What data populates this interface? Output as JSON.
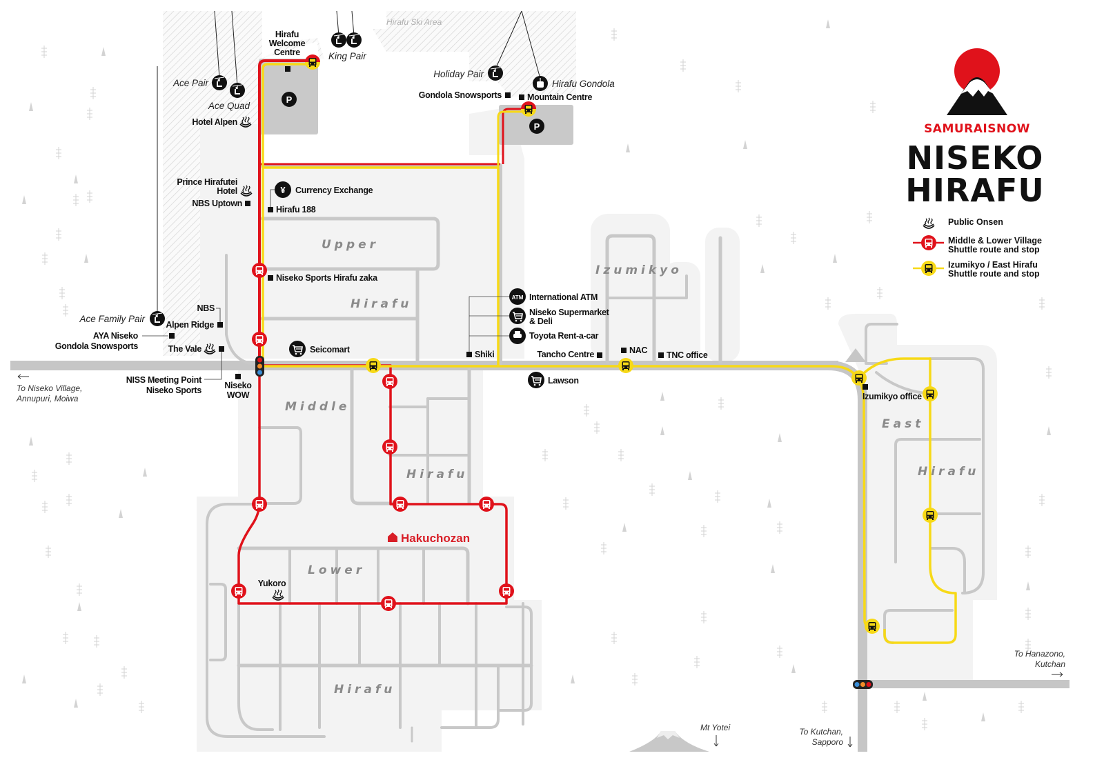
{
  "brand": {
    "company": "SAMURAISNOW",
    "title_line1": "NISEKO",
    "title_line2": "HIRAFU"
  },
  "colors": {
    "red_route": "#e0121b",
    "yellow_route": "#f7d917",
    "road": "#c8c8c8",
    "area": "#f3f3f3",
    "ski_hatch": "#d6d6d6"
  },
  "legend": [
    {
      "icon": "onsen-icon",
      "label": "Public Onsen"
    },
    {
      "icon": "red-bus-stop-icon",
      "label_line1": "Middle & Lower Village",
      "label_line2": "Shuttle route and stop"
    },
    {
      "icon": "yellow-bus-stop-icon",
      "label_line1": "Izumikyo / East Hirafu",
      "label_line2": "Shuttle route and stop"
    }
  ],
  "areas": {
    "ski_area": "Hirafu Ski Area",
    "upper": "Upper",
    "upper_hirafu": "Hirafu",
    "middle": "Middle",
    "middle_hirafu": "Hirafu",
    "lower": "Lower",
    "lower_hirafu": "Hirafu",
    "izumikyo": "Izumikyo",
    "east": "East",
    "east_hirafu": "Hirafu"
  },
  "lifts": {
    "ace_pair": "Ace Pair",
    "ace_quad": "Ace Quad",
    "king_pair": "King Pair",
    "holiday_pair": "Holiday Pair",
    "hirafu_gondola": "Hirafu Gondola",
    "ace_family_pair": "Ace Family Pair"
  },
  "places": {
    "welcome_centre": [
      "Hirafu",
      "Welcome",
      "Centre"
    ],
    "hotel_alpen": "Hotel Alpen",
    "gondola_snowsports": "Gondola Snowsports",
    "mountain_centre": "Mountain Centre",
    "prince_hirafutei": [
      "Prince Hirafutei",
      "Hotel"
    ],
    "nbs_uptown": "NBS Uptown",
    "currency_exchange": "Currency Exchange",
    "hirafu_188": "Hirafu 188",
    "niseko_sports_zaka": "Niseko Sports Hirafu zaka",
    "nbs": "NBS",
    "alpen_ridge": "Alpen Ridge",
    "aya_niseko": [
      "AYA Niseko",
      "Gondola Snowsports"
    ],
    "the_vale": "The Vale",
    "niss": [
      "NISS Meeting Point",
      "Niseko Sports"
    ],
    "niseko_wow": [
      "Niseko",
      "WOW"
    ],
    "seicomart": "Seicomart",
    "shiki": "Shiki",
    "international_atm": "International ATM",
    "atm_glyph": "ATM",
    "supermarket": [
      "Niseko Supermarket",
      "& Deli"
    ],
    "toyota": "Toyota Rent-a-car",
    "tancho": "Tancho Centre",
    "nac": "NAC",
    "tnc": "TNC office",
    "lawson": "Lawson",
    "izumikyo_office": "Izumikyo office",
    "hakuchozan": "Hakuchozan",
    "yukoro": "Yukoro",
    "parking": "P",
    "yen": "¥"
  },
  "directions": {
    "west": [
      "To Niseko Village,",
      "Annupuri, Moiwa"
    ],
    "east": [
      "To Hanazono,",
      "Kutchan"
    ],
    "south": [
      "To Kutchan,",
      "Sapporo"
    ],
    "mt_yotei": "Mt Yotei"
  },
  "routes": {
    "red_stops": [
      [
        453,
        90
      ],
      [
        766,
        158
      ],
      [
        376,
        392
      ],
      [
        376,
        492
      ],
      [
        565,
        553
      ],
      [
        565,
        648
      ],
      [
        376,
        731
      ],
      [
        580,
        731
      ],
      [
        705,
        731
      ],
      [
        346,
        857
      ],
      [
        563,
        875
      ],
      [
        734,
        857
      ]
    ],
    "yellow_stops": [
      [
        453,
        90
      ],
      [
        766,
        158
      ],
      [
        541,
        530
      ],
      [
        907,
        530
      ],
      [
        1245,
        548
      ],
      [
        1348,
        571
      ],
      [
        1348,
        747
      ],
      [
        1264,
        908
      ]
    ]
  }
}
